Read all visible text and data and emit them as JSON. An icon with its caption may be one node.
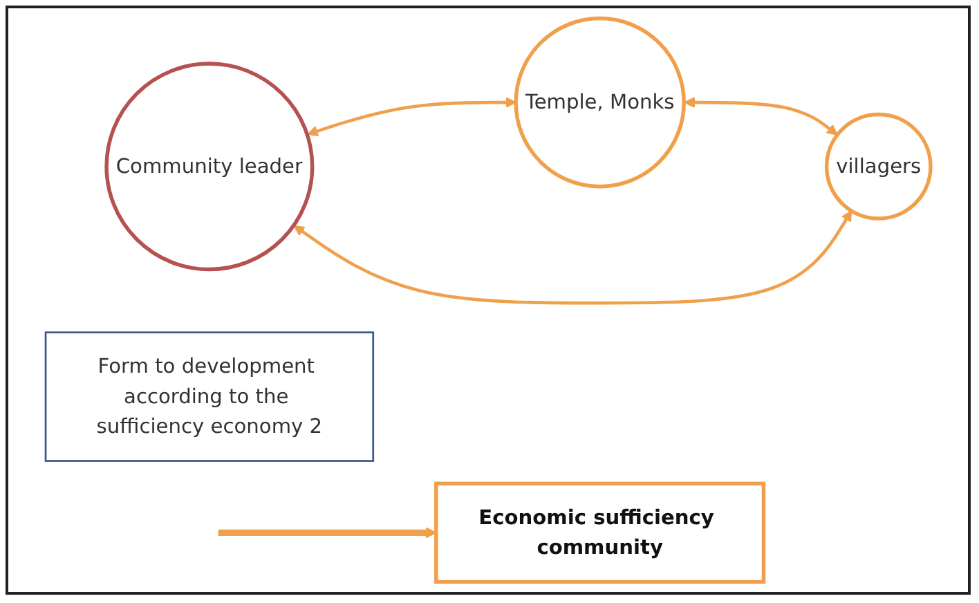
{
  "diagram": {
    "nodes": [
      {
        "text": [
          "Temple, Monks"
        ]
      },
      {
        "text": [
          "Community leader"
        ]
      },
      {
        "text": [
          "villagers"
        ]
      },
      {
        "text": [
          "Economic sufficiency community"
        ]
      },
      {
        "text": [
          "Form to development according to the sufficiency economy 2"
        ]
      }
    ],
    "edges": [
      {
        "from": 1,
        "to": 0,
        "arrow": "both"
      },
      {
        "from": 0,
        "to": 2,
        "arrow": "both"
      },
      {
        "from": 1,
        "to": 2,
        "arrow": "both"
      },
      {
        "from": null,
        "to": 3,
        "arrow": "to",
        "style": "thick"
      }
    ]
  }
}
